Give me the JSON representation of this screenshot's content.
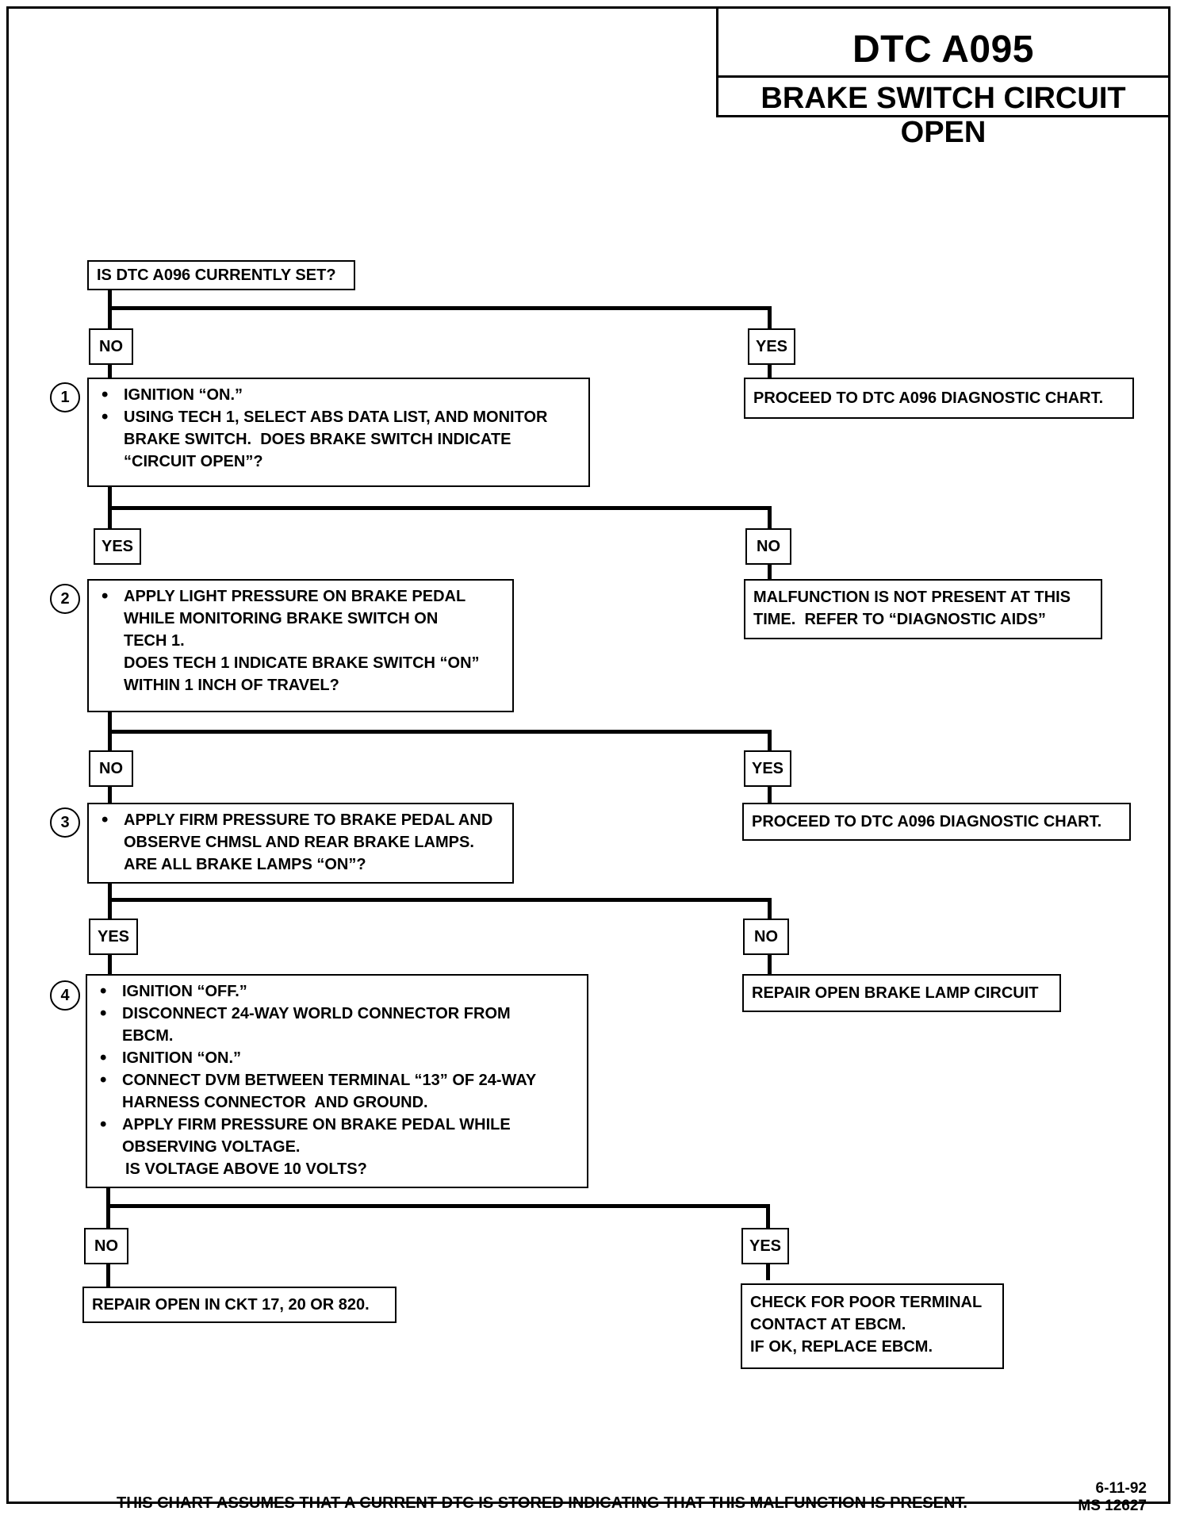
{
  "title": {
    "code": "DTC A095",
    "name": "BRAKE SWITCH CIRCUIT OPEN"
  },
  "start": {
    "question": "IS DTC A096 CURRENTLY SET?"
  },
  "branches": {
    "b0": {
      "left": "NO",
      "right": "YES"
    },
    "b1": {
      "left": "YES",
      "right": "NO"
    },
    "b2": {
      "left": "NO",
      "right": "YES"
    },
    "b3": {
      "left": "YES",
      "right": "NO"
    },
    "b4": {
      "left": "NO",
      "right": "YES"
    }
  },
  "steps": {
    "s1": {
      "number": "1",
      "lines": [
        "IGNITION “ON.”",
        "USING TECH 1, SELECT ABS DATA LIST, AND MONITOR",
        "BRAKE SWITCH.  DOES BRAKE SWITCH INDICATE",
        "“CIRCUIT OPEN”?"
      ]
    },
    "s2": {
      "number": "2",
      "lines": [
        "APPLY LIGHT PRESSURE ON BRAKE PEDAL",
        "WHILE MONITORING BRAKE SWITCH ON",
        "TECH 1.",
        "DOES TECH 1 INDICATE BRAKE SWITCH “ON”",
        "WITHIN 1 INCH OF TRAVEL?"
      ]
    },
    "s3": {
      "number": "3",
      "lines": [
        "APPLY FIRM PRESSURE TO BRAKE PEDAL AND",
        "OBSERVE CHMSL AND REAR BRAKE LAMPS.",
        "ARE ALL BRAKE LAMPS “ON”?"
      ]
    },
    "s4": {
      "number": "4",
      "lines": [
        "IGNITION “OFF.”",
        "DISCONNECT 24-WAY WORLD CONNECTOR FROM",
        "EBCM.",
        "IGNITION “ON.”",
        "CONNECT DVM BETWEEN TERMINAL “13” OF 24-WAY",
        "HARNESS CONNECTOR  AND GROUND.",
        "APPLY FIRM PRESSURE ON BRAKE PEDAL WHILE",
        "OBSERVING VOLTAGE.",
        "IS VOLTAGE ABOVE 10 VOLTS?"
      ]
    }
  },
  "results": {
    "r0": "PROCEED TO DTC A096 DIAGNOSTIC CHART.",
    "r1": [
      "MALFUNCTION IS NOT PRESENT AT THIS",
      "TIME.  REFER TO “DIAGNOSTIC AIDS”"
    ],
    "r2": "PROCEED TO DTC A096 DIAGNOSTIC CHART.",
    "r3": "REPAIR OPEN BRAKE LAMP CIRCUIT",
    "r4a": "REPAIR OPEN IN CKT 17, 20 OR 820.",
    "r4b": [
      "CHECK FOR POOR TERMINAL",
      "CONTACT AT EBCM.",
      "IF OK, REPLACE EBCM."
    ]
  },
  "footer": {
    "note": "THIS CHART ASSUMES THAT A CURRENT DTC IS STORED INDICATING THAT THIS MALFUNCTION IS PRESENT.",
    "date": "6-11-92",
    "doc_id": "MS 12627"
  }
}
